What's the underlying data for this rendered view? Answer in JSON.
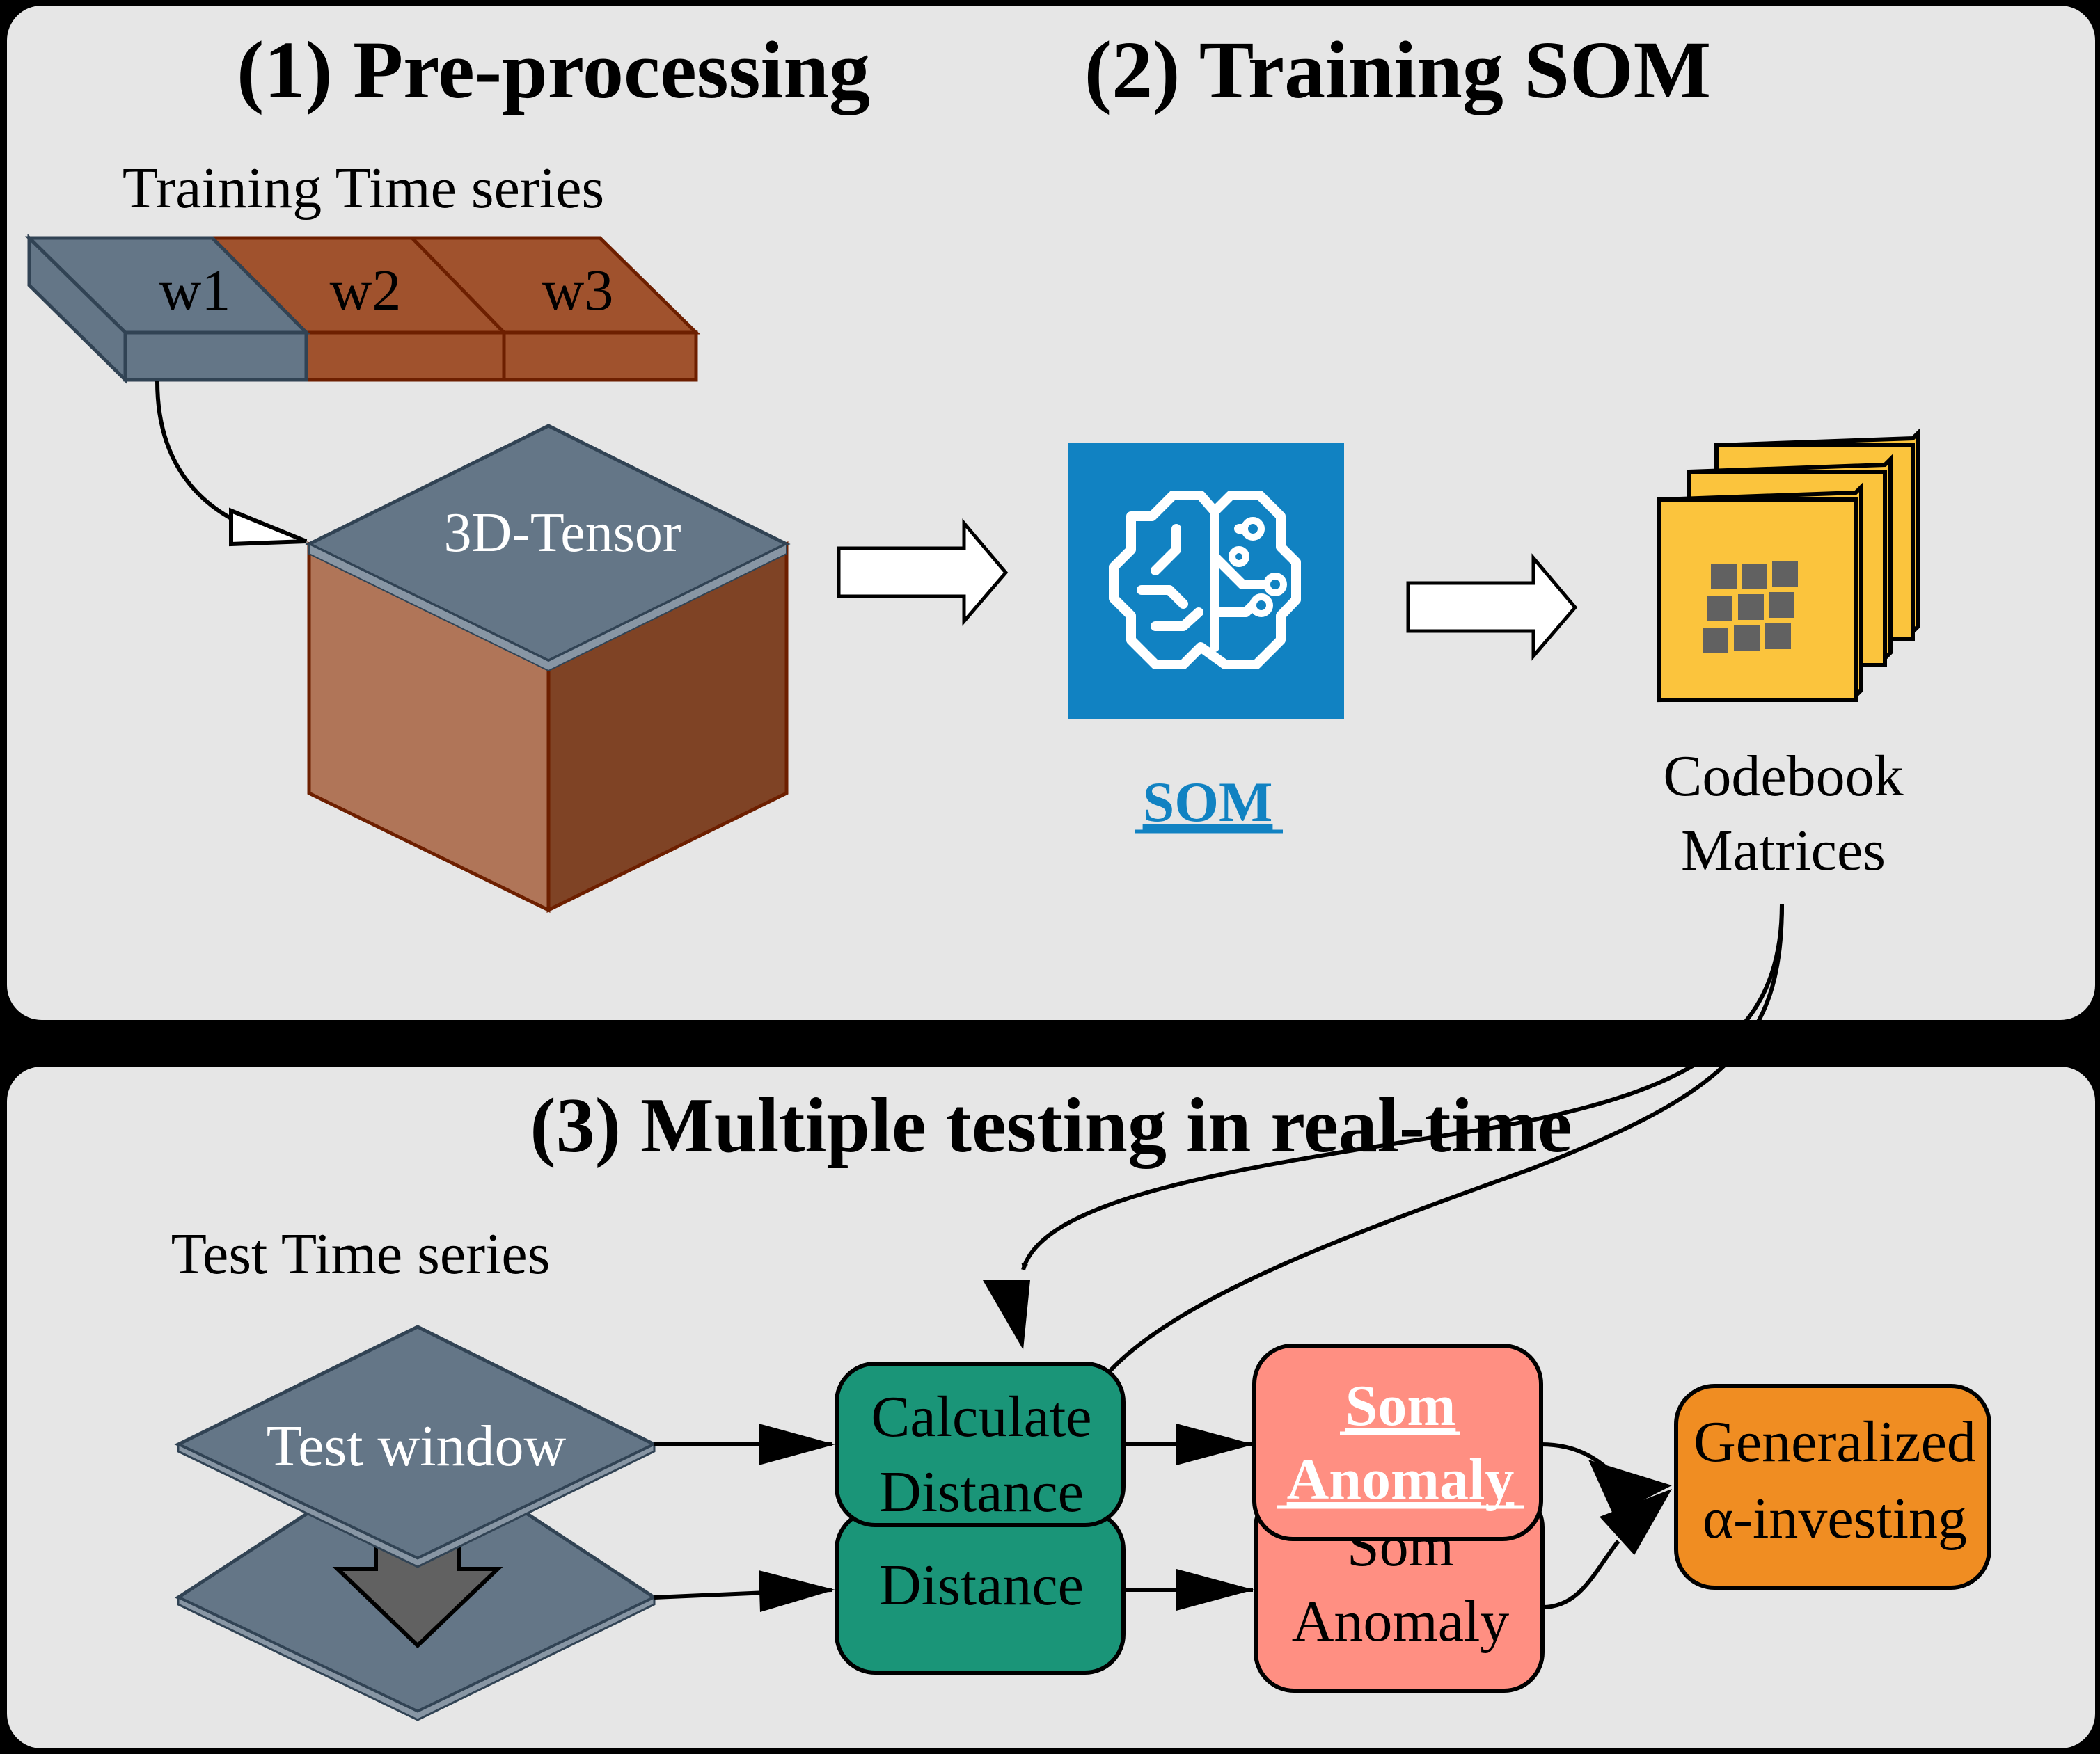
{
  "colors": {
    "background": "#000000",
    "panel": "#e6e6e6",
    "slate": "#647687",
    "slate_dark": "#314354",
    "brick": "#a0522d",
    "brick_dark": "#6d1f00",
    "tensor_left": "#b07558",
    "tensor_right": "#7f4325",
    "som_blue": "#1182c2",
    "codebook_yellow": "#fbc43d",
    "calc_green": "#1a9578",
    "anomaly_salmon": "#ff8f82",
    "alpha_orange": "#f08d22"
  },
  "top_panel": {
    "heading_preprocessing": "(1) Pre-processing",
    "heading_training": "(2) Training SOM",
    "training_series_label": "Training Time series",
    "windows": [
      "w1",
      "w2",
      "w3"
    ],
    "tensor_label": "3D-Tensor",
    "som_label": "SOM",
    "codebook_line1": "Codebook",
    "codebook_line2": "Matrices"
  },
  "bottom_panel": {
    "heading": "(3) Multiple testing in real-time",
    "test_series_label": "Test Time series",
    "test_window_label": "Test window",
    "calc_front_line1": "Calculate",
    "calc_front_line2": "Distance",
    "calc_back_label": "Distance",
    "anomaly_front_line1": "Som",
    "anomaly_front_line2": "Anomaly",
    "anomaly_back_line1": "Som",
    "anomaly_back_line2": "Anomaly",
    "alpha_line1": "Generalized",
    "alpha_line2": "α-investing"
  }
}
